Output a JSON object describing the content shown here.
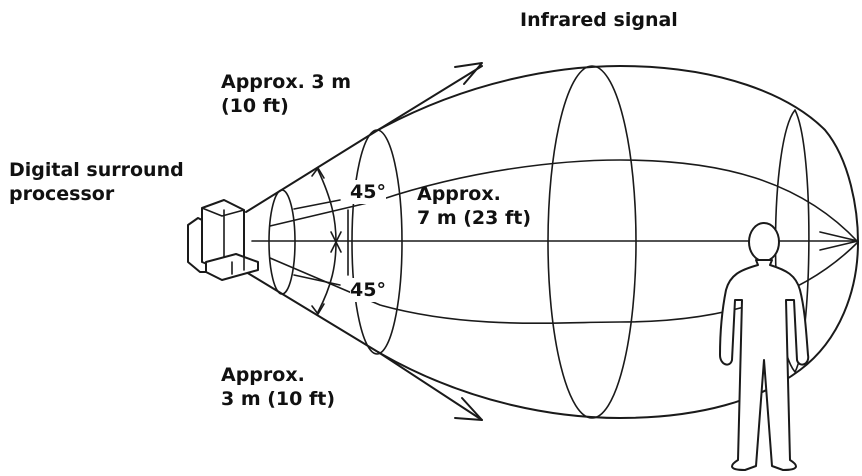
{
  "diagram": {
    "title": "Infrared signal",
    "labels": {
      "device_line1": "Digital surround",
      "device_line2": "processor",
      "top_range_line1": "Approx. 3 m",
      "top_range_line2": "(10 ft)",
      "bottom_range_line1": "Approx.",
      "bottom_range_line2": "3 m (10 ft)",
      "center_range_line1": "Approx.",
      "center_range_line2": "7 m (23 ft)",
      "angle_upper": "45°",
      "angle_lower": "45°"
    },
    "elements": {
      "source": "digital-surround-processor-icon",
      "beam": "infrared-beam-cone",
      "receiver": "person-figure-icon"
    },
    "colors": {
      "line": "#1a1a1a",
      "background": "#ffffff"
    }
  }
}
